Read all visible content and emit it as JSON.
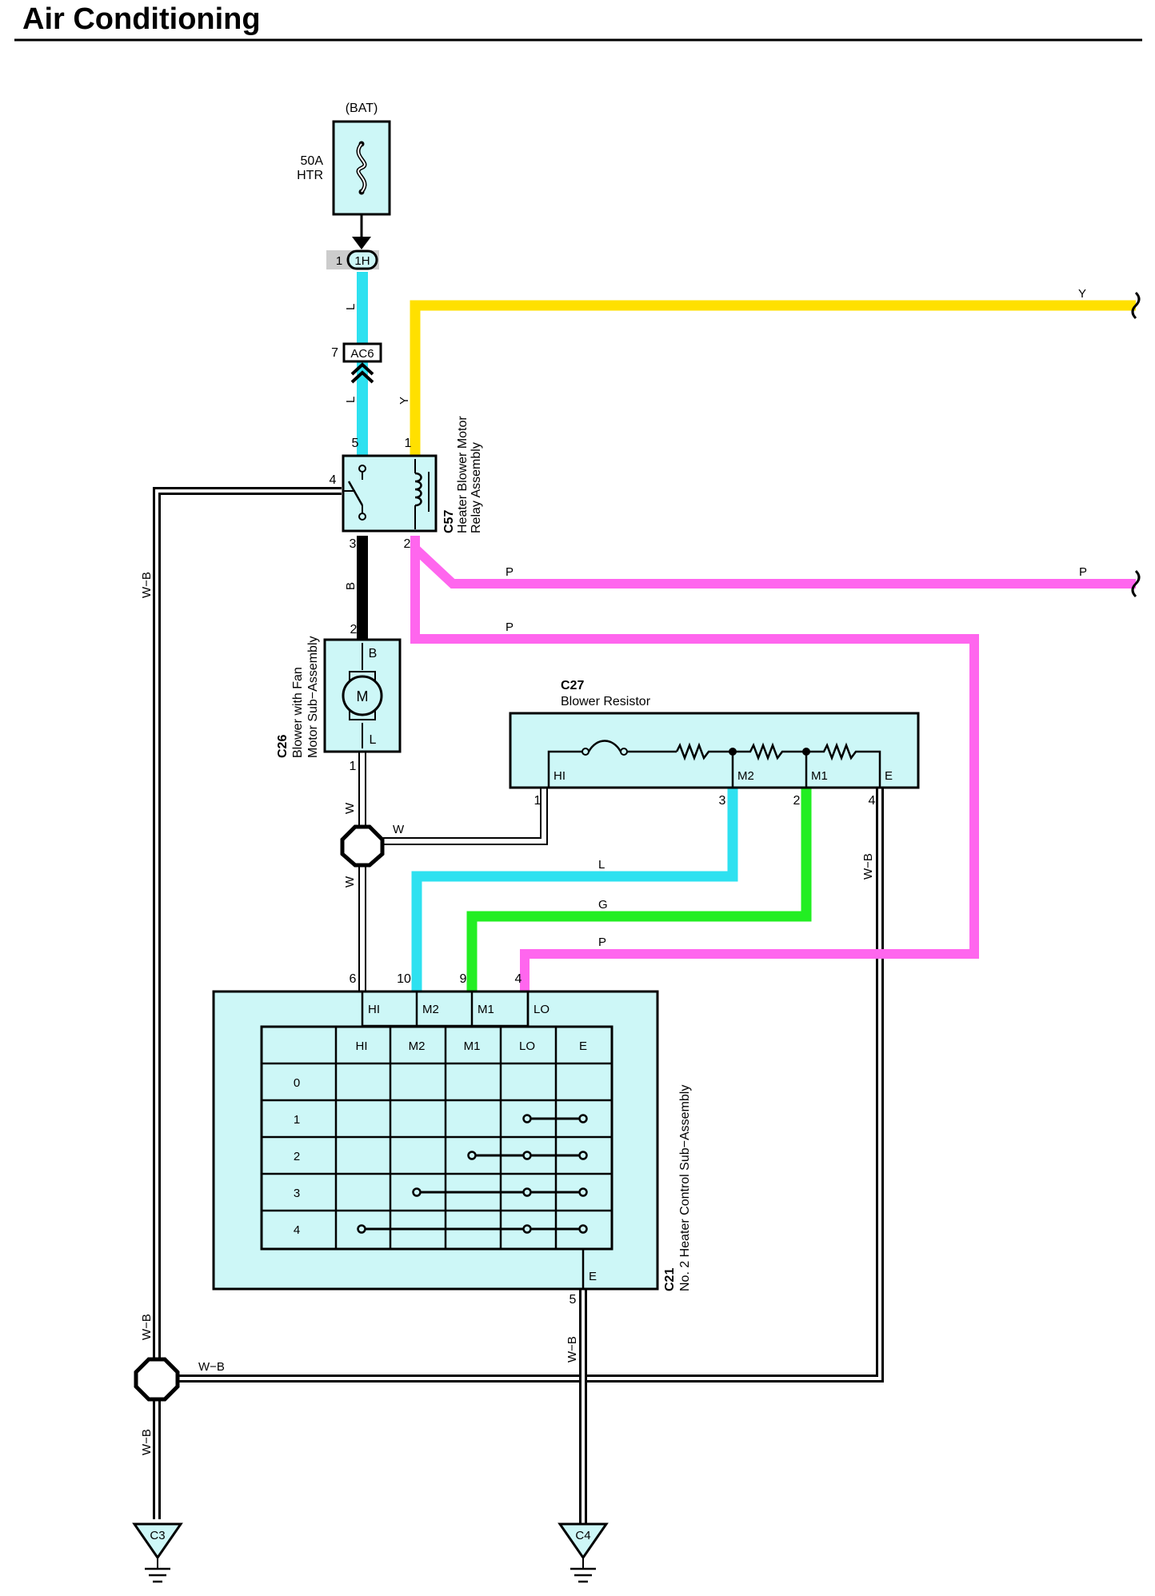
{
  "page": {
    "title": "Air Conditioning"
  },
  "colors": {
    "component_fill": "#cdf7f7",
    "wire_L": "#2ee1f0",
    "wire_Y": "#ffe000",
    "wire_P": "#ff66ee",
    "wire_G": "#22ee22",
    "wire_B": "#000000",
    "wire_W": "#ffffff",
    "wire_WB": "#000000"
  },
  "fuse": {
    "source": "(BAT)",
    "rating": "50A",
    "name": "HTR"
  },
  "connectors": {
    "j1h": {
      "pin": "1",
      "id": "1H"
    },
    "ac6": {
      "pin": "7",
      "id": "AC6"
    }
  },
  "relay": {
    "code": "C57",
    "name_line1": "Heater Blower Motor",
    "name_line2": "Relay Assembly",
    "pins": {
      "p1": "1",
      "p2": "2",
      "p3": "3",
      "p4": "4",
      "p5": "5"
    }
  },
  "blower": {
    "code": "C26",
    "name_line1": "Blower with Fan",
    "name_line2": "Motor Sub−Assembly",
    "motor_symbol": "M",
    "terminal_b": "B",
    "terminal_l": "L",
    "pin_top": "2",
    "pin_bottom": "1"
  },
  "resistor": {
    "code": "C27",
    "name": "Blower Resistor",
    "terminals": [
      "HI",
      "M2",
      "M1",
      "E"
    ],
    "pins": {
      "hi": "1",
      "m2": "3",
      "m1": "2",
      "e": "4"
    }
  },
  "control": {
    "code": "C21",
    "name": "No.  2 Heater Control Sub−Assembly",
    "terminals": [
      "HI",
      "M2",
      "M1",
      "LO"
    ],
    "pins": {
      "hi": "6",
      "m2": "10",
      "m1": "9",
      "lo": "4",
      "e": "5"
    },
    "e_terminal": "E",
    "table_headers": [
      "HI",
      "M2",
      "M1",
      "LO",
      "E"
    ],
    "positions": [
      "0",
      "1",
      "2",
      "3",
      "4"
    ],
    "connections": [
      [],
      [
        "LO",
        "E"
      ],
      [
        "M1",
        "LO",
        "E"
      ],
      [
        "M2",
        "LO",
        "E"
      ],
      [
        "HI",
        "LO",
        "E"
      ]
    ]
  },
  "wire_labels": {
    "l_upper": "L",
    "l_lower": "L",
    "y_vertical": "Y",
    "y_right": "Y",
    "b": "B",
    "p_upper_left": "P",
    "p_upper_right": "P",
    "p_middle": "P",
    "p_lower": "P",
    "l_horizontal": "L",
    "g_horizontal": "G",
    "w_right": "W",
    "w_upper": "W",
    "w_lower": "W",
    "wb_left_top": "W−B",
    "wb_right": "W−B",
    "wb_left_mid": "W−B",
    "wb_horizontal": "W−B",
    "wb_left_low": "W−B",
    "wb_c21": "W−B"
  },
  "grounds": {
    "g1": "C3",
    "g2": "C4"
  }
}
